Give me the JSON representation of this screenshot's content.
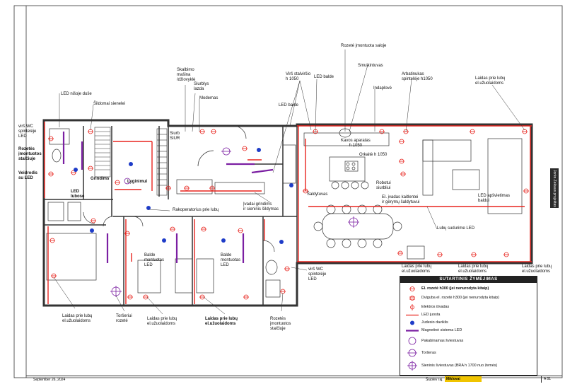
{
  "labels": {
    "rozete_saloje": "Rozetė įmontuota saloje",
    "skalbimo": "Skalbimo\nmašina\n/džiovyklė",
    "siurblys": "Siurblys\nlazda",
    "modemas": "Modemas",
    "virs_stalvirsio": "Virš stalviršio\nh 1050",
    "led_balde_top": "LED balde",
    "smulkintuvas": "Smulkintuvas",
    "arbatinukas": "Arbatinukas\nspintelėje h1050",
    "laidas_top_right": "Laidas prie lubų\nel.užuolaidoms",
    "indaplove": "Indaplovė",
    "led_nisoje": "LED nišoje duše",
    "sildomai": "Šildomai sienelei",
    "led_balde_mid": "LED balde",
    "virs_wc": "virš WC\nspintelėje\nLED",
    "rozetes_imontuotos_left": "Rozetės\nįmontuotos\nstalčiuje",
    "veidrodis": "Veidrodis\nsu LED",
    "grindims": "Grindims",
    "lyginimui": "Lyginimui",
    "led_lubose": "LED\nlubose",
    "siurb_siur": "Siurb\nSIUR",
    "kavos": "Kavos aparatas\nh 1050",
    "orkaite": "Orkaitė h 1050",
    "robotui": "Robotui\nsiurbliui",
    "saldytuvas": "Šaldytuvas",
    "ivadai_grindims": "Įvadai grindims\nir sieninis šildymas",
    "rakoperatorius": "Rakoperatorius prie lubų",
    "el_ivadas": "El. įvadas kaitlentei\nir gėrymų šaldytuvui",
    "led_apsvietimas": "LED apšvietimas\nbaldui",
    "lubu_sudurime": "Lubų sudurime LED",
    "balde_montuotas_1": "Balde\nmontuotas\nLED",
    "balde_montuotas_2": "Balde\nmontuotas\nLED",
    "virs_wc_right": "virš WC\nspintelėje\nLED",
    "laidas_r1": "Laidas prie lubų\nel.užuolaidoms",
    "laidas_r2": "Laidas prie lubų\nel.užuolaidoms",
    "laidas_r3": "Laidas prie lubų\nel.užuolaidoms",
    "laidas_b1": "Laidas prie lubų\nel.užuolaidoms",
    "torseriui": "Toršeriui\nrozetė",
    "laidas_b2": "Laidas prie lubų\nel.užuolaidoms",
    "laidas_b3": "Laidas prie lubų\nel.užuolaidoms",
    "rozetes_imontuotos_bottom": "Rozetės\nįmontuotos\nstalčiuje"
  },
  "side_tab": "Jorės Zeikaus projektas",
  "legend": {
    "title": "SUTARTINIS ŽYMĖJIMAS",
    "items": [
      {
        "symbol": "socket",
        "label": "El. rozetė h300 (jei nenurodyta kitaip)",
        "bold": true
      },
      {
        "symbol": "double-socket",
        "label": "Dviguba el. rozetė h300 (jei nenurodyta kitaip)",
        "bold": false
      },
      {
        "symbol": "outlet",
        "label": "Elektros išvadas",
        "bold": false
      },
      {
        "symbol": "led-strip",
        "label": "LED juosta",
        "bold": false
      },
      {
        "symbol": "motion",
        "label": "Judesio daviklis",
        "bold": false
      },
      {
        "symbol": "magnetic",
        "label": "Magnetinė sistema LED",
        "bold": false
      },
      {
        "symbol": "pendant",
        "label": "Pakabinamas šviestuvas",
        "bold": false
      },
      {
        "symbol": "torch",
        "label": "Toršeras",
        "bold": false
      },
      {
        "symbol": "wall",
        "label": "Sieninis šviestuvas (BRA h 1700 nuo žemės)",
        "bold": false
      }
    ]
  },
  "footer": {
    "date": "September 26, 2024",
    "sheet_label": "Šiuolev raj.",
    "name": "Miklovai",
    "rev": "A  01"
  },
  "colors": {
    "wall": "#333333",
    "electric": "#e8251f",
    "magnetic": "#7b1fa2",
    "motion": "#1e3cc8"
  }
}
